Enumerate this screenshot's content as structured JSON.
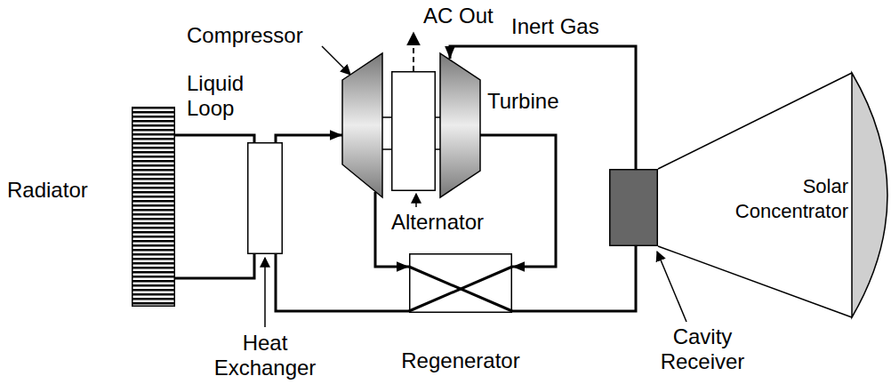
{
  "diagram": {
    "nodes": [
      {
        "text": [
          "Radiator"
        ]
      },
      {
        "text": [
          "Heat Exchanger"
        ]
      },
      {
        "text": [
          "Compressor"
        ]
      },
      {
        "text": [
          "Alternator"
        ]
      },
      {
        "text": [
          "Turbine"
        ]
      },
      {
        "text": [
          "Regenerator"
        ]
      },
      {
        "text": [
          "Cavity Receiver"
        ]
      },
      {
        "text": [
          "Solar Concentrator"
        ]
      }
    ],
    "edges": [
      {
        "from": 0,
        "to": 1,
        "arrow": "none"
      },
      {
        "from": 0,
        "to": 1,
        "arrow": "none"
      },
      {
        "from": 1,
        "to": 2,
        "arrow": "to"
      },
      {
        "from": 2,
        "to": 5,
        "arrow": "to"
      },
      {
        "from": 4,
        "to": 5,
        "arrow": "to"
      },
      {
        "from": 5,
        "to": 1,
        "arrow": "none"
      },
      {
        "from": 5,
        "to": 6,
        "arrow": "none"
      },
      {
        "from": 6,
        "to": 4,
        "arrow": "to"
      }
    ],
    "labels": [
      "Liquid Loop",
      "AC Out",
      "Inert Gas"
    ]
  }
}
